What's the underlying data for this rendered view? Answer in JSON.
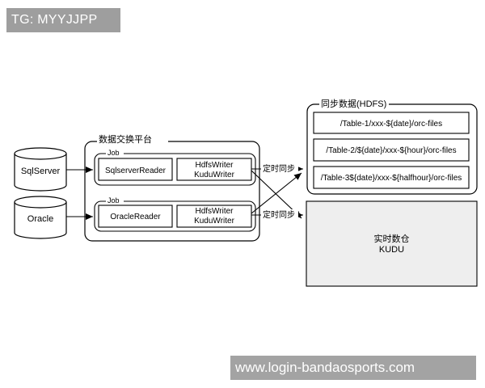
{
  "watermark": {
    "top": "TG: MYYJJPP",
    "bottom": "www.login-bandaosports.com"
  },
  "sources": [
    {
      "label": "SqlServer"
    },
    {
      "label": "Oracle"
    }
  ],
  "platform": {
    "title": "数据交换平台",
    "jobs": [
      {
        "label": "Job",
        "reader": "SqlserverReader",
        "writer_line1": "HdfsWriter",
        "writer_line2": "KuduWriter"
      },
      {
        "label": "Job",
        "reader": "OracleReader",
        "writer_line1": "HdfsWriter",
        "writer_line2": "KuduWriter"
      }
    ]
  },
  "sync_labels": [
    "定时同步",
    "定时同步"
  ],
  "hdfs": {
    "title": "同步数据(HDFS)",
    "files": [
      "/Table-1/xxx-${date}/orc-files",
      "/Table-2/${date}/xxx-${hour}/orc-files",
      "/Table-3${date}/xxx-${halfhour}/orc-files"
    ]
  },
  "kudu": {
    "line1": "实时数仓",
    "line2": "KUDU"
  },
  "colors": {
    "kudu_fill": "#eeeeee",
    "stroke": "#000000"
  }
}
